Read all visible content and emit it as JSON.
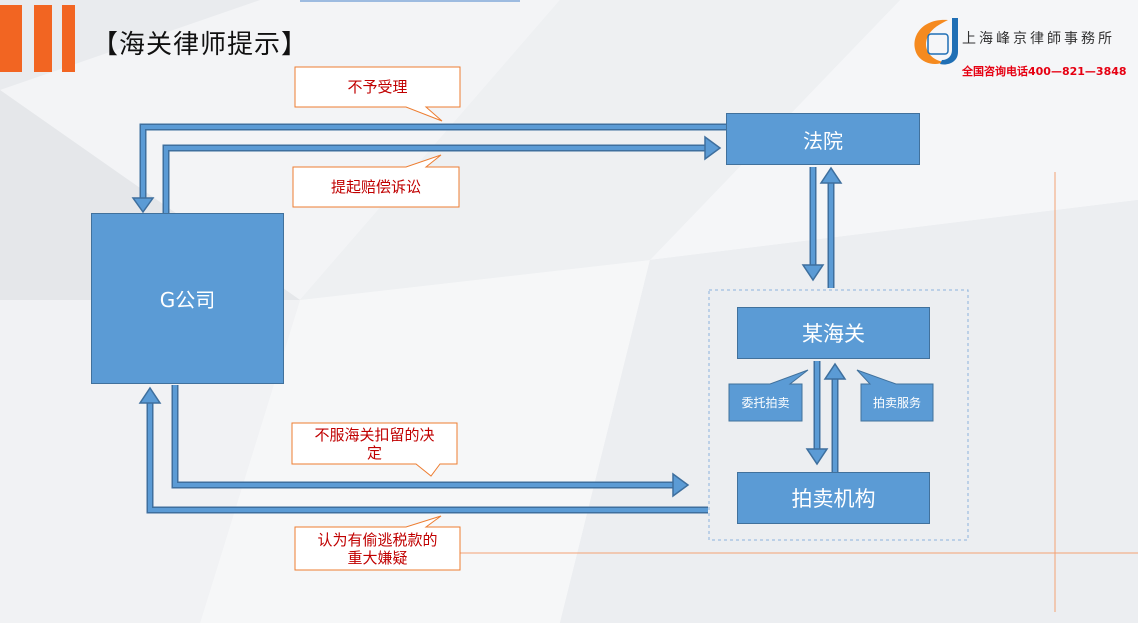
{
  "header": {
    "title": "【海关律师提示】"
  },
  "firm": {
    "name": "上海峰京律師事務所",
    "phone": "全国咨询电话400—821—3848"
  },
  "nodes": {
    "court": "法院",
    "company": "G公司",
    "customs": "某海关",
    "auction": "拍卖机构",
    "entrust": "委托拍卖",
    "service": "拍卖服务"
  },
  "callouts": {
    "reject": "不予受理",
    "lawsuit": "提起赔偿诉讼",
    "objection": "不服海关扣留的决定",
    "suspicion": "认为有偷逃税款的重大嫌疑"
  },
  "colors": {
    "accent": "#f26522",
    "node_fill": "#5b9bd5",
    "node_border": "#41719c",
    "callout_text": "#c00000",
    "phone_text": "#e60012"
  }
}
